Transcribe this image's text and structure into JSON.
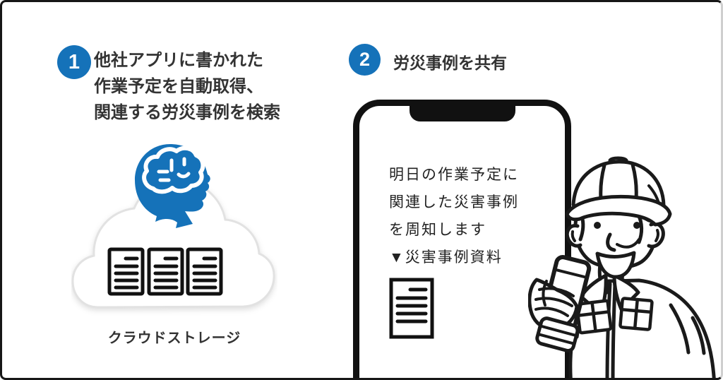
{
  "colors": {
    "accent_blue": "#1572b9",
    "ink_black": "#1a1a1a",
    "text_gray": "#333333"
  },
  "steps": [
    {
      "number": "1",
      "title_lines": [
        "他社アプリに書かれた",
        "作業予定を自動取得、",
        "関連する労災事例を検索"
      ]
    },
    {
      "number": "2",
      "title": "労災事例を共有"
    }
  ],
  "cloud": {
    "caption": "クラウドストレージ",
    "icons": [
      "brain-head-icon",
      "cloud-icon",
      "document-icon",
      "document-icon",
      "document-icon"
    ]
  },
  "phone": {
    "message_lines": [
      "明日の作業予定に",
      "関連した災害事例",
      "を周知します",
      "▼災害事例資料"
    ],
    "icons": [
      "document-icon"
    ]
  },
  "worker": {
    "icon": "construction-worker-with-smartphone-icon"
  }
}
